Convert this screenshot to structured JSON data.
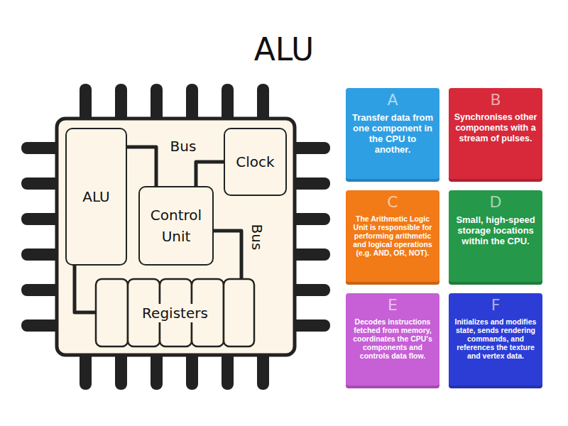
{
  "diagram": {
    "title": "ALU",
    "nodes": [
      {
        "text": [
          "ALU"
        ]
      },
      {
        "text": [
          "Clock"
        ]
      },
      {
        "text": [
          "Control Unit"
        ]
      },
      {
        "text": [
          "Registers"
        ]
      },
      {
        "text": [
          "A",
          "Transfer data from one component in the CPU to another."
        ]
      },
      {
        "text": [
          "B",
          "Synchronises other components with a stream of pulses."
        ]
      },
      {
        "text": [
          "C",
          "The Arithmetic Logic Unit is responsible for performing arithmetic and logical operations (e.g. AND, OR, NOT)."
        ]
      },
      {
        "text": [
          "D",
          "Small, high-speed storage locations within the CPU."
        ]
      },
      {
        "text": [
          "E",
          "Decodes instructions fetched from memory, coordinates the CPU's components and controls data flow."
        ]
      },
      {
        "text": [
          "F",
          "Initializes and modifies state, sends rendering commands, and references the texture and vertex data."
        ]
      }
    ],
    "edges": [
      {
        "from": 0,
        "to": 2,
        "arrow": "none"
      },
      {
        "from": 1,
        "to": 2,
        "arrow": "none"
      },
      {
        "from": 2,
        "to": 3,
        "arrow": "none"
      },
      {
        "from": 0,
        "to": 3,
        "arrow": "none"
      }
    ],
    "labels": [
      "Bus",
      "Bus"
    ]
  }
}
